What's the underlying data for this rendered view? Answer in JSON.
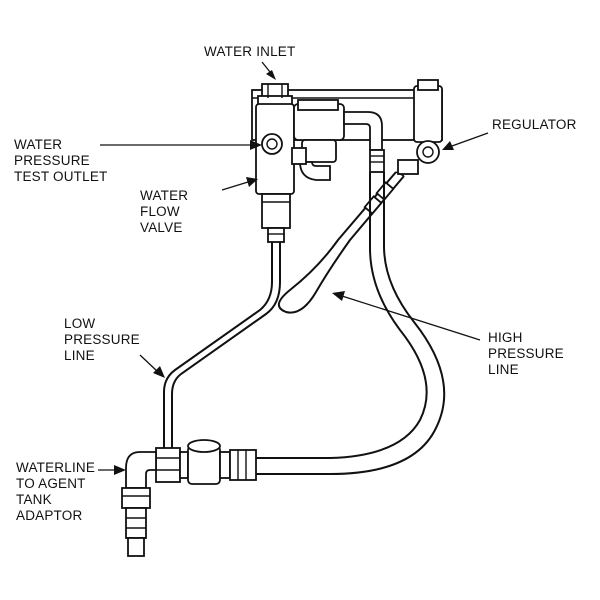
{
  "diagram": {
    "labels": {
      "water_inlet": [
        "WATER INLET"
      ],
      "water_pressure_test_outlet": [
        "WATER",
        "PRESSURE",
        "TEST OUTLET"
      ],
      "water_flow_valve": [
        "WATER",
        "FLOW",
        "VALVE"
      ],
      "regulator": [
        "REGULATOR"
      ],
      "low_pressure_line": [
        "LOW",
        "PRESSURE",
        "LINE"
      ],
      "high_pressure_line": [
        "HIGH",
        "PRESSURE",
        "LINE"
      ],
      "waterline_to_agent_tank_adaptor": [
        "WATERLINE",
        "TO AGENT",
        "TANK",
        "ADAPTOR"
      ]
    }
  }
}
